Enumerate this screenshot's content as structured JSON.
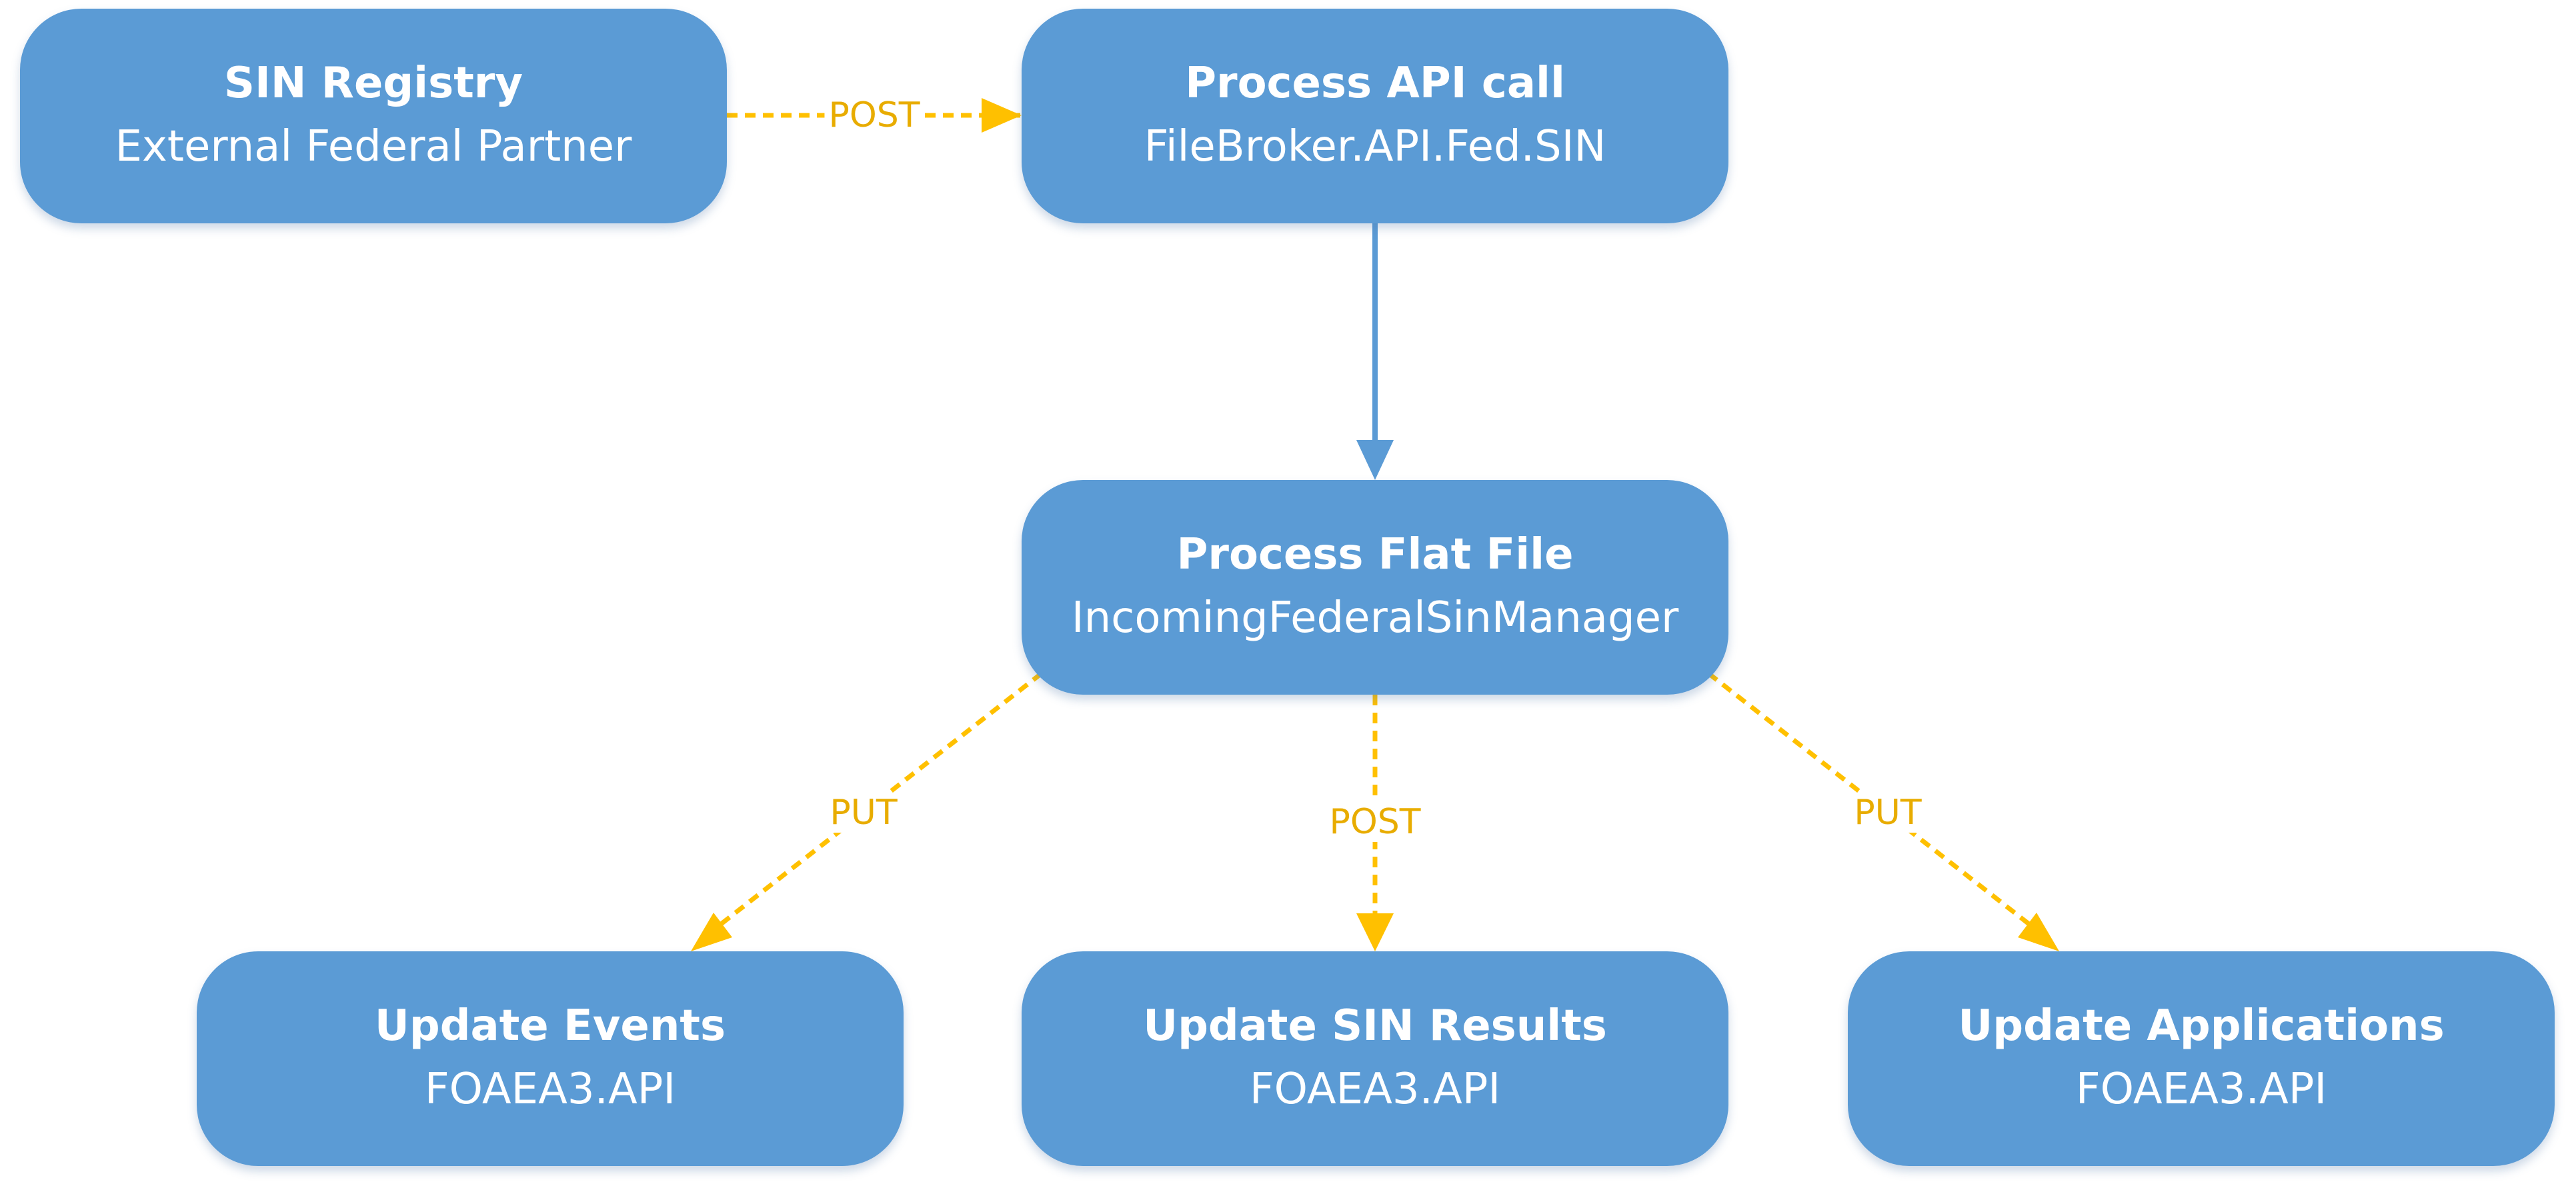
{
  "colors": {
    "node_fill": "#5b9bd5",
    "node_text": "#ffffff",
    "solid_edge": "#5b9bd5",
    "dashed_edge": "#ffc000",
    "edge_label": "#e8ac00"
  },
  "nodes": {
    "sin_registry": {
      "title": "SIN Registry",
      "subtitle": "External Federal Partner"
    },
    "process_api": {
      "title": "Process API call",
      "subtitle": "FileBroker.API.Fed.SIN"
    },
    "process_flat": {
      "title": "Process Flat File",
      "subtitle": "IncomingFederalSinManager"
    },
    "update_events": {
      "title": "Update Events",
      "subtitle": "FOAEA3.API"
    },
    "update_sin_results": {
      "title": "Update SIN Results",
      "subtitle": "FOAEA3.API"
    },
    "update_applications": {
      "title": "Update Applications",
      "subtitle": "FOAEA3.API"
    }
  },
  "edges": {
    "registry_to_api": {
      "label": "POST",
      "style": "dashed"
    },
    "api_to_flat": {
      "label": "",
      "style": "solid"
    },
    "flat_to_events": {
      "label": "PUT",
      "style": "dashed"
    },
    "flat_to_sin_results": {
      "label": "POST",
      "style": "dashed"
    },
    "flat_to_applications": {
      "label": "PUT",
      "style": "dashed"
    }
  }
}
